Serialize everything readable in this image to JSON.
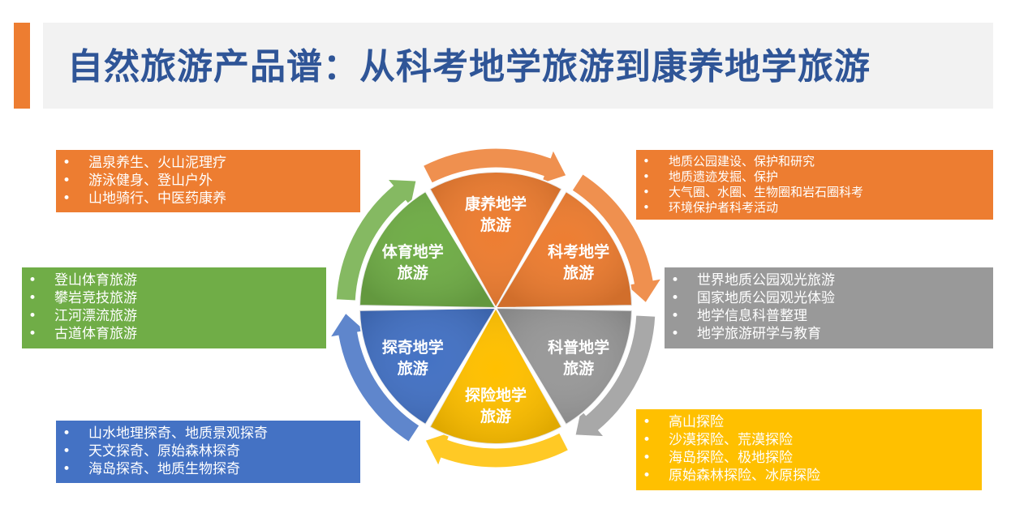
{
  "title": "自然旅游产品谱：从科考地学旅游到康养地学旅游",
  "colors": {
    "orange": "#ed7d31",
    "gray": "#999999",
    "yellow": "#ffc000",
    "blue": "#4472c4",
    "green": "#70ad47",
    "title": "#2f5597"
  },
  "segments": [
    {
      "id": "kangyang",
      "line1": "康养地学",
      "line2": "旅游"
    },
    {
      "id": "kekao",
      "line1": "科考地学",
      "line2": "旅游"
    },
    {
      "id": "kepu",
      "line1": "科普地学",
      "line2": "旅游"
    },
    {
      "id": "tanxian",
      "line1": "探险地学",
      "line2": "旅游"
    },
    {
      "id": "tanqi",
      "line1": "探奇地学",
      "line2": "旅游"
    },
    {
      "id": "tiyu",
      "line1": "体育地学",
      "line2": "旅游"
    }
  ],
  "boxes": {
    "kangyang": {
      "bullet": "•",
      "items": [
        "温泉养生、火山泥理疗",
        "游泳健身、登山户外",
        "山地骑行、中医药康养"
      ]
    },
    "kekao": {
      "bullet": "•",
      "items": [
        "地质公园建设、保护和研究",
        "地质遗迹发掘、保护",
        "大气圈、水圈、生物圈和岩石圈科考",
        "环境保护者科考活动"
      ]
    },
    "tiyu": {
      "bullet": "•",
      "items": [
        "登山体育旅游",
        "攀岩竞技旅游",
        "江河漂流旅游",
        "古道体育旅游"
      ]
    },
    "kepu": {
      "bullet": "•",
      "items": [
        "世界地质公园观光旅游",
        "国家地质公园观光体验",
        "地学信息科普整理",
        "地学旅游研学与教育"
      ]
    },
    "tanqi": {
      "bullet": "•",
      "items": [
        "山水地理探奇、地质景观探奇",
        "天文探奇、原始森林探奇",
        "海岛探奇、地质生物探奇"
      ]
    },
    "tanxian": {
      "bullet": "•",
      "items": [
        "高山探险",
        "沙漠探险、荒漠探险",
        "海岛探险、极地探险",
        "原始森林探险、冰原探险"
      ]
    }
  }
}
